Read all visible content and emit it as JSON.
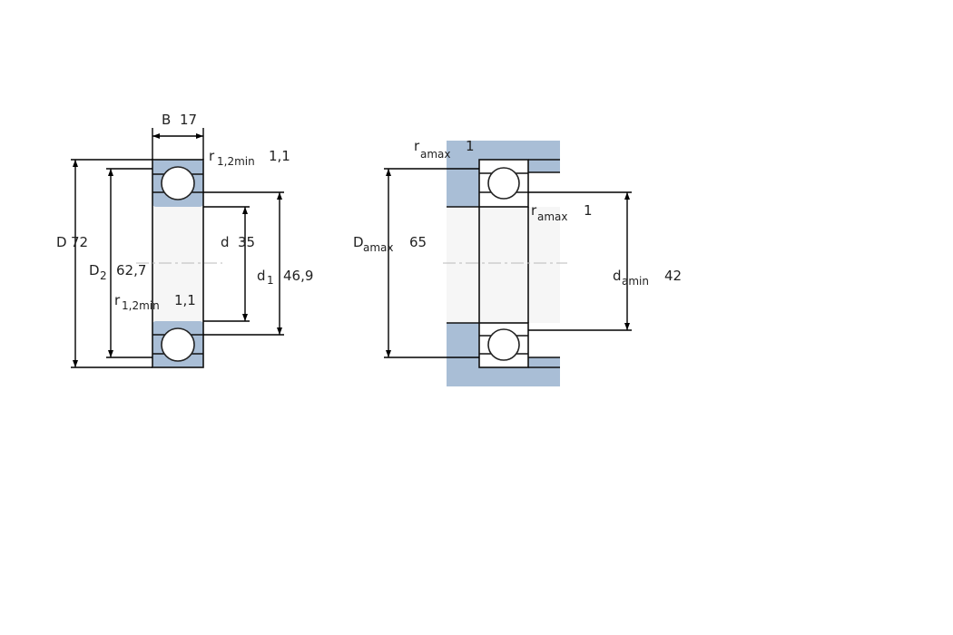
{
  "colors": {
    "ring": "#a9bed6",
    "housing": "#a9bed6",
    "bore": "#f6f6f6",
    "line": "#111111"
  },
  "bearing": {
    "B": {
      "sym": "B",
      "val": "17"
    },
    "D": {
      "sym": "D",
      "val": "72"
    },
    "D2": {
      "sym": "D",
      "sub": "2",
      "val": "62,7"
    },
    "d": {
      "sym": "d",
      "val": "35"
    },
    "d1": {
      "sym": "d",
      "sub": "1",
      "val": "46,9"
    },
    "r_top": {
      "sym": "r",
      "sub": "1,2min",
      "val": "1,1"
    },
    "r_bottom": {
      "sym": "r",
      "sub": "1,2min",
      "val": "1,1"
    }
  },
  "mounting": {
    "ra_top": {
      "sym": "r",
      "sub": "amax",
      "val": "1"
    },
    "ra_mid": {
      "sym": "r",
      "sub": "amax",
      "val": "1"
    },
    "Da": {
      "sym": "D",
      "sub": "amax",
      "val": "65"
    },
    "da": {
      "sym": "d",
      "sub": "amin",
      "val": "42"
    }
  }
}
